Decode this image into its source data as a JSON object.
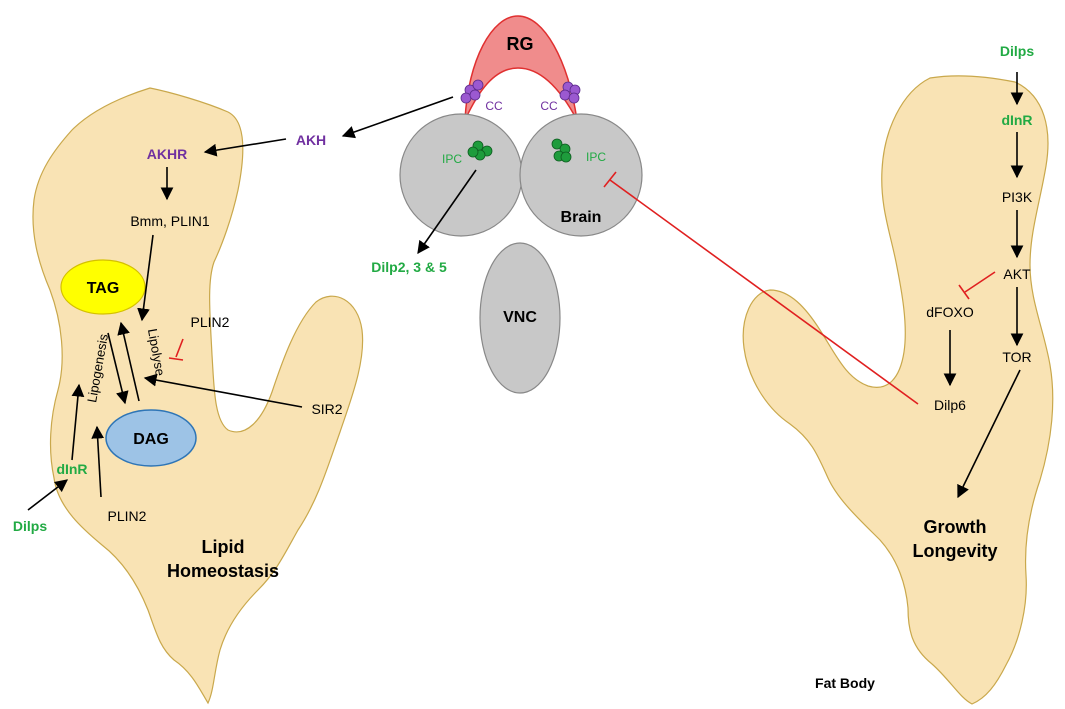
{
  "colors": {
    "fat_body_fill": "#f9e3b4",
    "fat_body_stroke": "#c9a84c",
    "rg_fill": "#f08c8c",
    "rg_stroke": "#e03030",
    "brain_fill": "#c8c8c8",
    "cc_cells": "#9b59d0",
    "ipc_cells": "#1e9c3c",
    "tag_fill": "#ffff00",
    "dag_fill": "#9dc3e6",
    "green_text": "#22aa44",
    "purple_text": "#7030a0",
    "inhibit": "#e02020"
  },
  "center": {
    "rg": "RG",
    "cc_left": "CC",
    "cc_right": "CC",
    "ipc_left": "IPC",
    "ipc_right": "IPC",
    "brain": "Brain",
    "vnc": "VNC",
    "dilp235": "Dilp2, 3 & 5"
  },
  "left": {
    "akh": "AKH",
    "akhr": "AKHR",
    "bmm": "Bmm, PLIN1",
    "tag": "TAG",
    "dag": "DAG",
    "plin2_top": "PLIN2",
    "plin2_bottom": "PLIN2",
    "lipogenesis": "Lipogenesis",
    "lipolyse": "Lipolyse",
    "sir2": "SIR2",
    "dinr": "dInR",
    "dilps": "Dilps",
    "title_line1": "Lipid",
    "title_line2": "Homeostasis"
  },
  "right": {
    "dilps": "Dilps",
    "dinr": "dInR",
    "pi3k": "PI3K",
    "akt": "AKT",
    "dfoxo": "dFOXO",
    "tor": "TOR",
    "dilp6": "Dilp6",
    "title_line1": "Growth",
    "title_line2": "Longevity"
  },
  "fat_body": "Fat Body"
}
